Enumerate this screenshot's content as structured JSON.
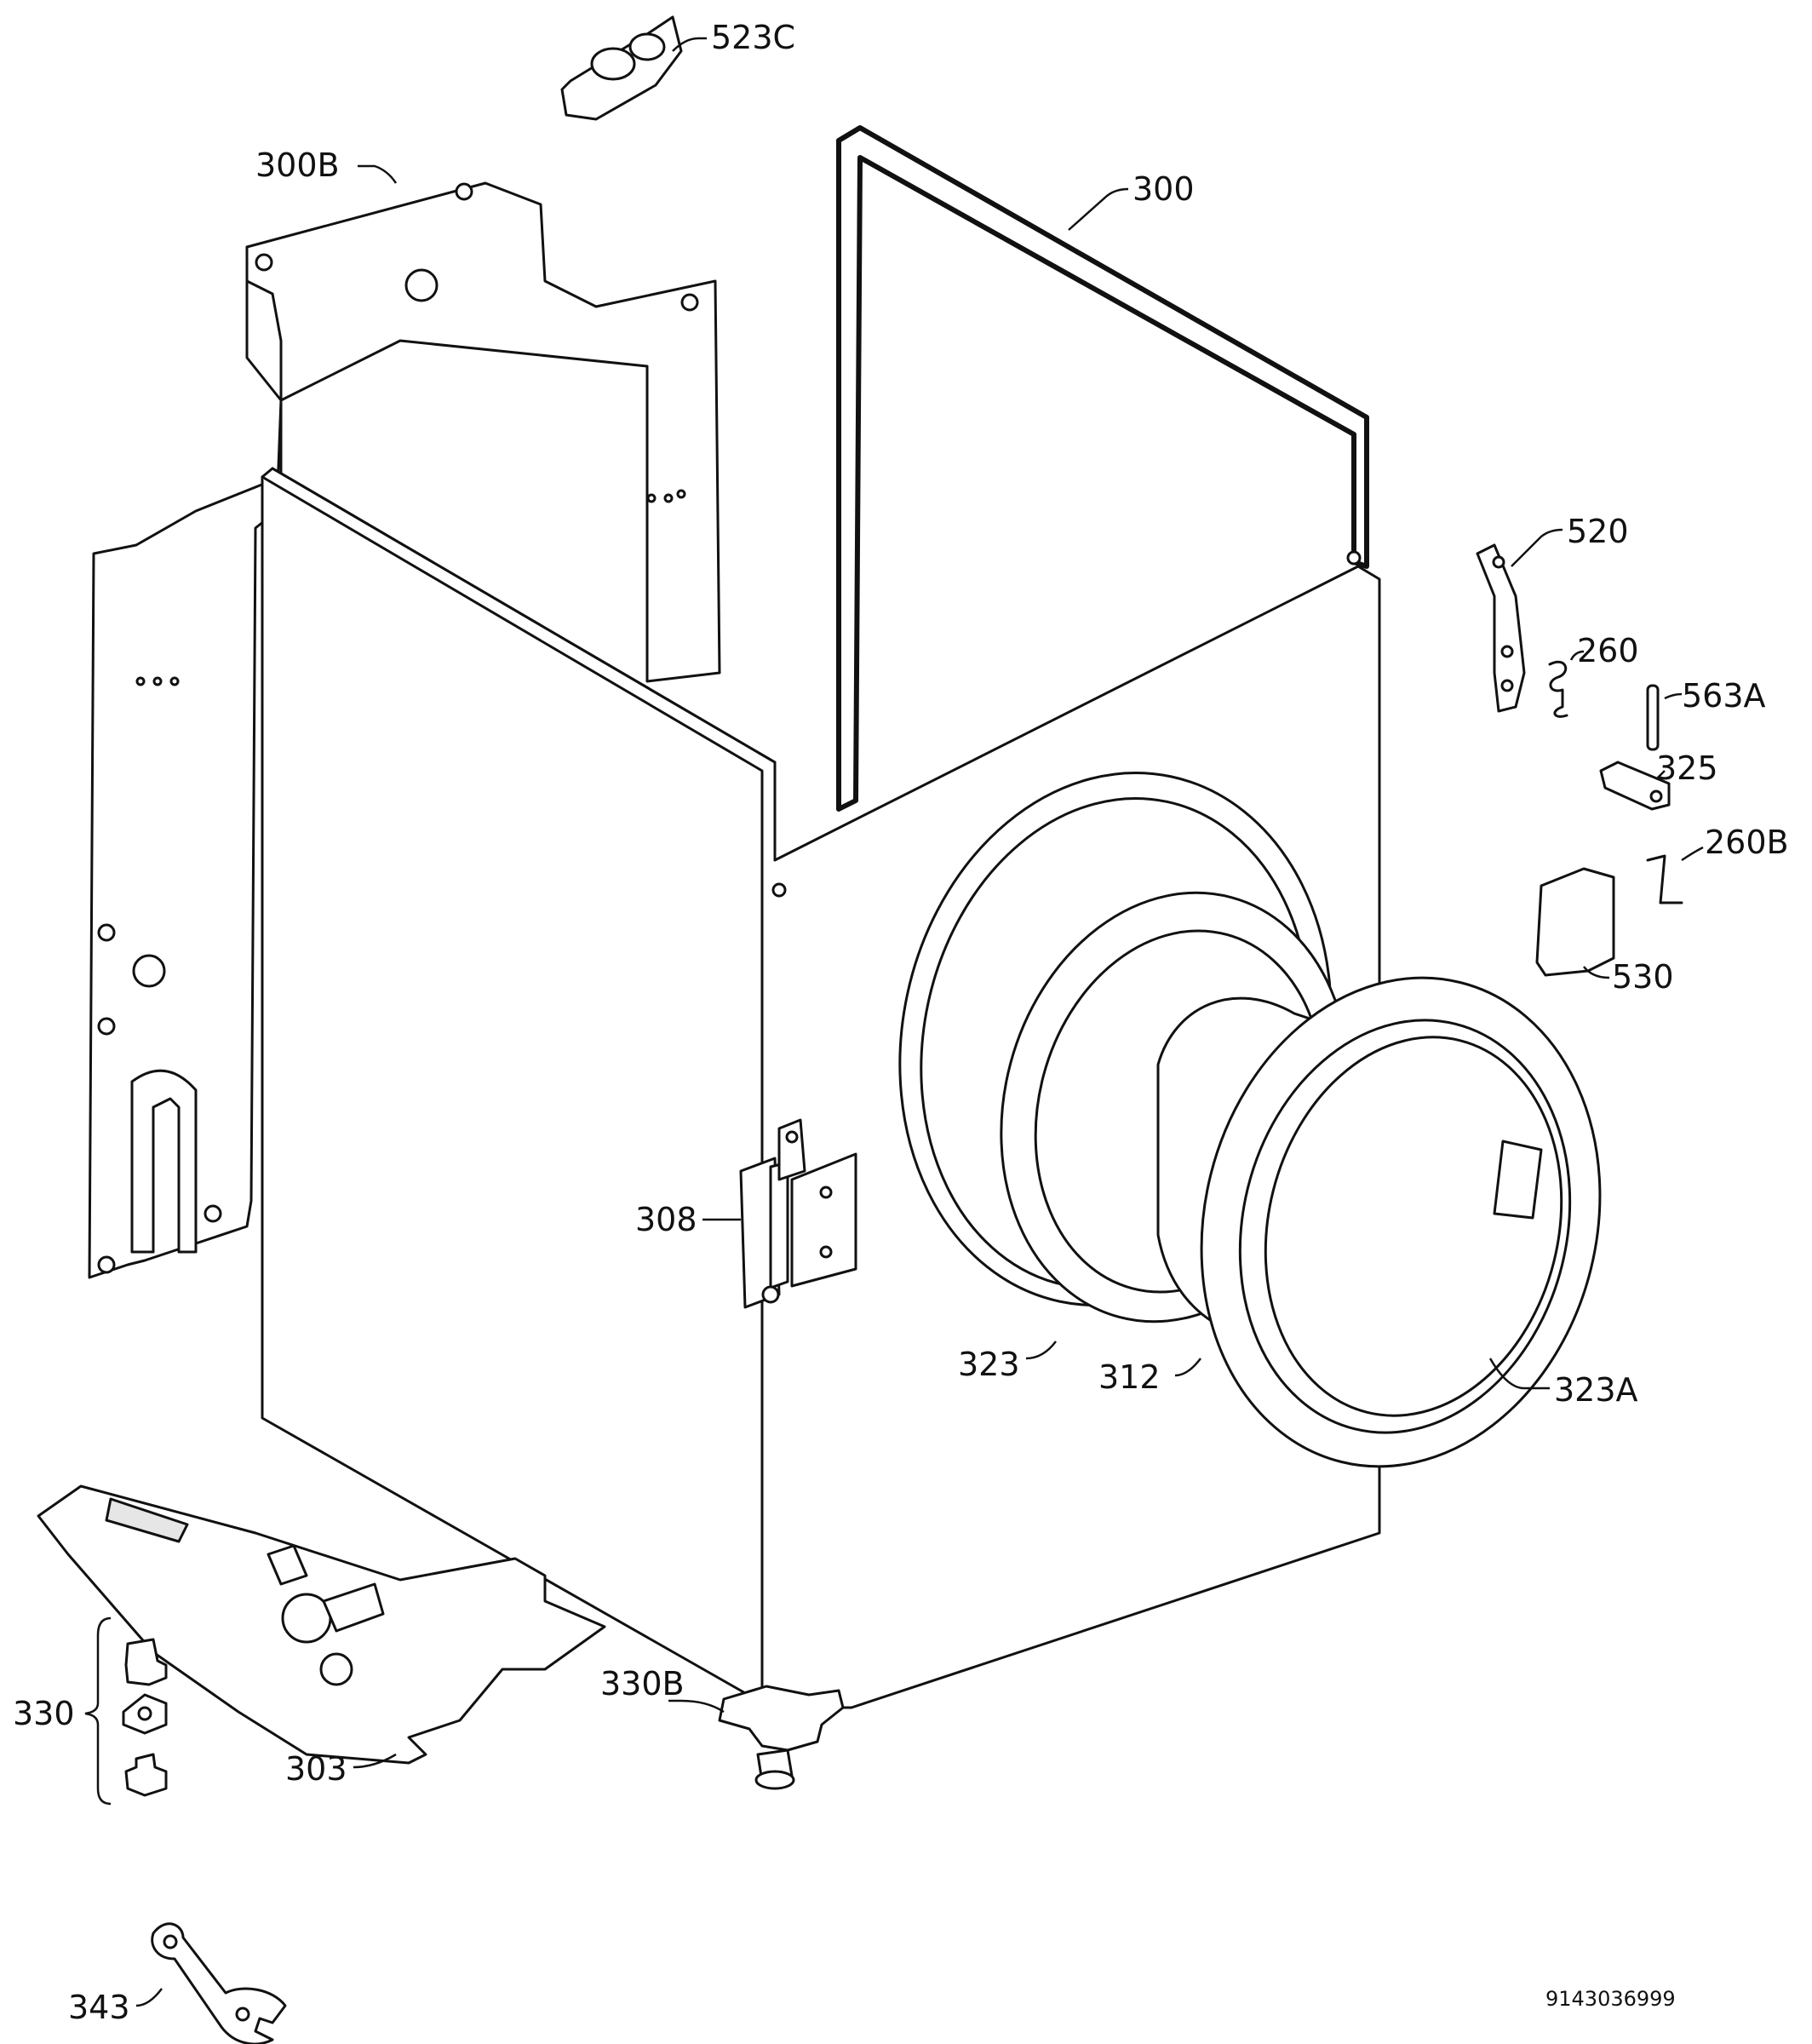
{
  "labels": {
    "p523C": "523C",
    "p300B": "300B",
    "p300": "300",
    "p520": "520",
    "p260": "260",
    "p563A": "563A",
    "p325": "325",
    "p260B": "260B",
    "p530": "530",
    "p308": "308",
    "p323": "323",
    "p312": "312",
    "p323A": "323A",
    "p330": "330",
    "p330B": "330B",
    "p303": "303",
    "p343": "343"
  },
  "drawing_code": "9143036999"
}
